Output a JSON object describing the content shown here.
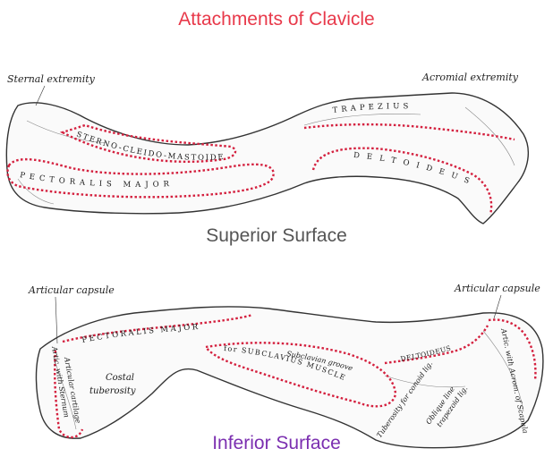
{
  "title": "Attachments of Clavicle",
  "colors": {
    "title": "#e8394a",
    "superior_heading": "#555555",
    "inferior_heading": "#7b2fb0",
    "outline": "#d4213f",
    "bone_line": "#333333"
  },
  "superior": {
    "heading": "Superior Surface",
    "sternal_extremity": "Sternal extremity",
    "acromial_extremity": "Acromial extremity",
    "muscles": {
      "sterno_cleido_mastoideus": "STERNO-CLEIDO-MASTOIDEUS",
      "pectoralis_major": "PECTORALIS MAJOR",
      "trapezius": "TRAPEZIUS",
      "deltoideus": "DELTOIDEUS"
    }
  },
  "inferior": {
    "heading": "Inferior Surface",
    "articular_capsule_left": "Articular capsule",
    "articular_capsule_right": "Articular capsule",
    "pectoralis_major": "PECTORALIS MAJOR",
    "deltoideus": "DELTOIDEUS",
    "costal_tuberosity_1": "Costal",
    "costal_tuberosity_2": "tuberosity",
    "subclavian_groove_1": "Subclavian groove",
    "subclavian_groove_2": "for SUBCLAVIUS MUSCLE",
    "articular_cartilage": "Articular cartilage",
    "artic_with_sternum": "Artic. with Sternum",
    "artic_with_acromion": "Artic. with Acrom. of Scapula",
    "tuberosity_conoid": "Tuberosity for conoid lig.",
    "oblique_line": "Oblique line",
    "trapezoid_lig": "trapezoid lig."
  }
}
